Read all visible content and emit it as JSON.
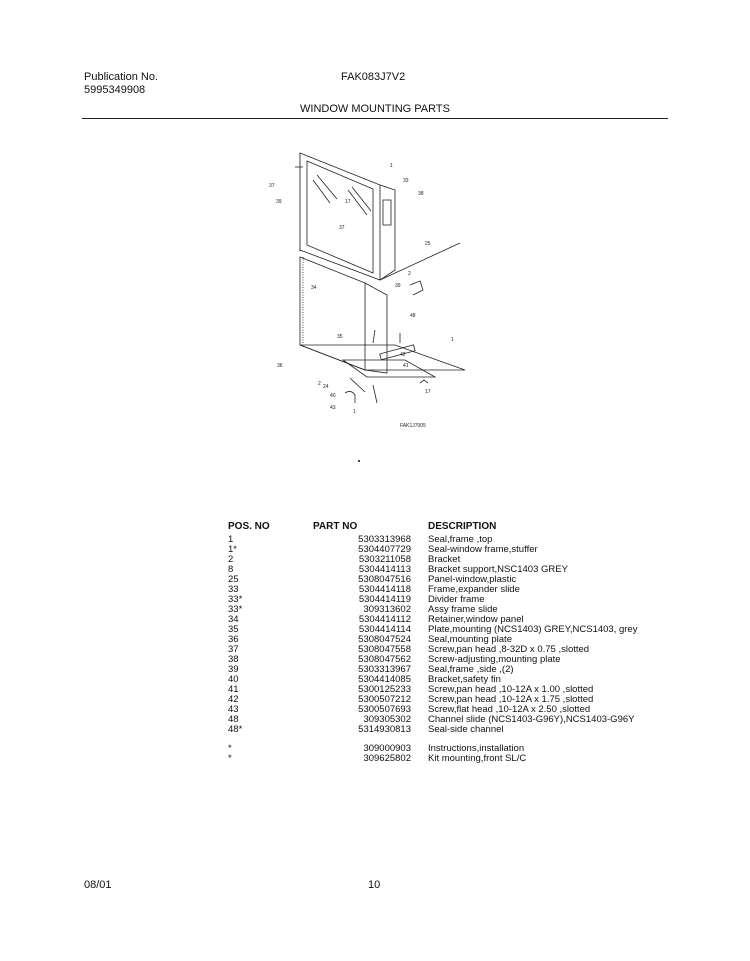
{
  "header": {
    "publication_label": "Publication No.",
    "publication_number": "5995349908",
    "model": "FAK083J7V2",
    "section_title": "WINDOW MOUNTING PARTS"
  },
  "diagram": {
    "code": "FAK1J7005",
    "callouts": [
      "1",
      "33",
      "38",
      "37",
      "39",
      "17",
      "37",
      "25",
      "2",
      "34",
      "39",
      "48",
      "35",
      "1",
      "42",
      "41",
      "36",
      "40",
      "43",
      "1",
      "17",
      "2",
      "24"
    ]
  },
  "table": {
    "headers": {
      "pos": "POS. NO",
      "part": "PART NO",
      "desc": "DESCRIPTION"
    },
    "rows": [
      {
        "pos": "1",
        "part": "5303313968",
        "desc": "Seal,frame ,top"
      },
      {
        "pos": "1*",
        "part": "5304407729",
        "desc": "Seal-window frame,stuffer"
      },
      {
        "pos": "2",
        "part": "5303211058",
        "desc": "Bracket"
      },
      {
        "pos": "8",
        "part": "5304414113",
        "desc": "Bracket support,NSC1403 GREY"
      },
      {
        "pos": "25",
        "part": "5308047516",
        "desc": "Panel-window,plastic"
      },
      {
        "pos": "33",
        "part": "5304414118",
        "desc": "Frame,expander slide"
      },
      {
        "pos": "33*",
        "part": "5304414119",
        "desc": "Divider frame"
      },
      {
        "pos": "33*",
        "part": "309313602",
        "desc": "Assy frame slide"
      },
      {
        "pos": "34",
        "part": "5304414112",
        "desc": "Retainer,window panel"
      },
      {
        "pos": "35",
        "part": "5304414114",
        "desc": "Plate,mounting (NCS1403) GREY,NCS1403,  grey"
      },
      {
        "pos": "36",
        "part": "5308047524",
        "desc": "Seal,mounting plate"
      },
      {
        "pos": "37",
        "part": "5308047558",
        "desc": "Screw,pan head ,8-32D x 0.75 ,slotted"
      },
      {
        "pos": "38",
        "part": "5308047562",
        "desc": "Screw-adjusting,mounting plate"
      },
      {
        "pos": "39",
        "part": "5303313967",
        "desc": "Seal,frame ,side ,(2)"
      },
      {
        "pos": "40",
        "part": "5304414085",
        "desc": "Bracket,safety fin"
      },
      {
        "pos": "41",
        "part": "5300125233",
        "desc": "Screw,pan head ,10-12A x 1.00 ,slotted"
      },
      {
        "pos": "42",
        "part": "5300507212",
        "desc": "Screw,pan head ,10-12A x 1.75 ,slotted"
      },
      {
        "pos": "43",
        "part": "5300507693",
        "desc": "Screw,flat head ,10-12A x 2.50 ,slotted"
      },
      {
        "pos": "48",
        "part": "309305302",
        "desc": "Channel slide (NCS1403-G96Y),NCS1403-G96Y"
      },
      {
        "pos": "48*",
        "part": "5314930813",
        "desc": "Seal-side channel"
      }
    ],
    "extra_rows": [
      {
        "pos": "*",
        "part": "309000903",
        "desc": "Instructions,installation"
      },
      {
        "pos": "*",
        "part": "309625802",
        "desc": "Kit mounting,front SL/C"
      }
    ]
  },
  "footer": {
    "date": "08/01",
    "page": "10"
  }
}
